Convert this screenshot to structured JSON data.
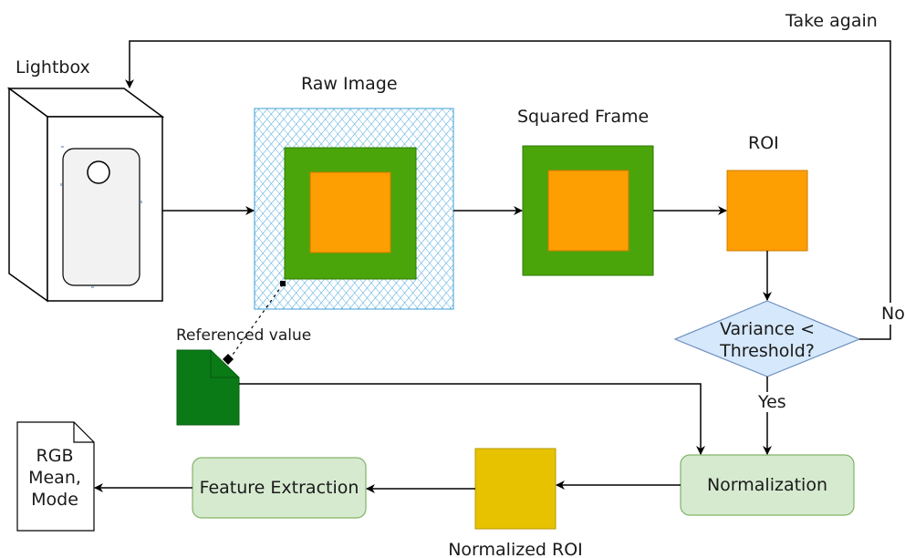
{
  "labels": {
    "lightbox": "Lightbox",
    "raw_image": "Raw Image",
    "squared_frame": "Squared Frame",
    "roi": "ROI",
    "decision_line1": "Variance <",
    "decision_line2": "Threshold?",
    "no": "No",
    "yes": "Yes",
    "take_again": "Take again",
    "referenced_value": "Referenced value",
    "normalization": "Normalization",
    "normalized_roi": "Normalized ROI",
    "feature_extraction": "Feature Extraction",
    "output_line1": "RGB",
    "output_line2": "Mean,",
    "output_line3": "Mode"
  },
  "colors": {
    "frame_green": "#4aa50a",
    "roi_orange": "#fd9e02",
    "normalized_yellow": "#e6c200",
    "decision_fill": "#d6e8fb",
    "decision_stroke": "#6c8ebf",
    "process_fill": "#d6ead0",
    "process_stroke": "#82b366",
    "ref_file_green": "#0a7a16",
    "hatch_blue": "#3c9fd6"
  }
}
